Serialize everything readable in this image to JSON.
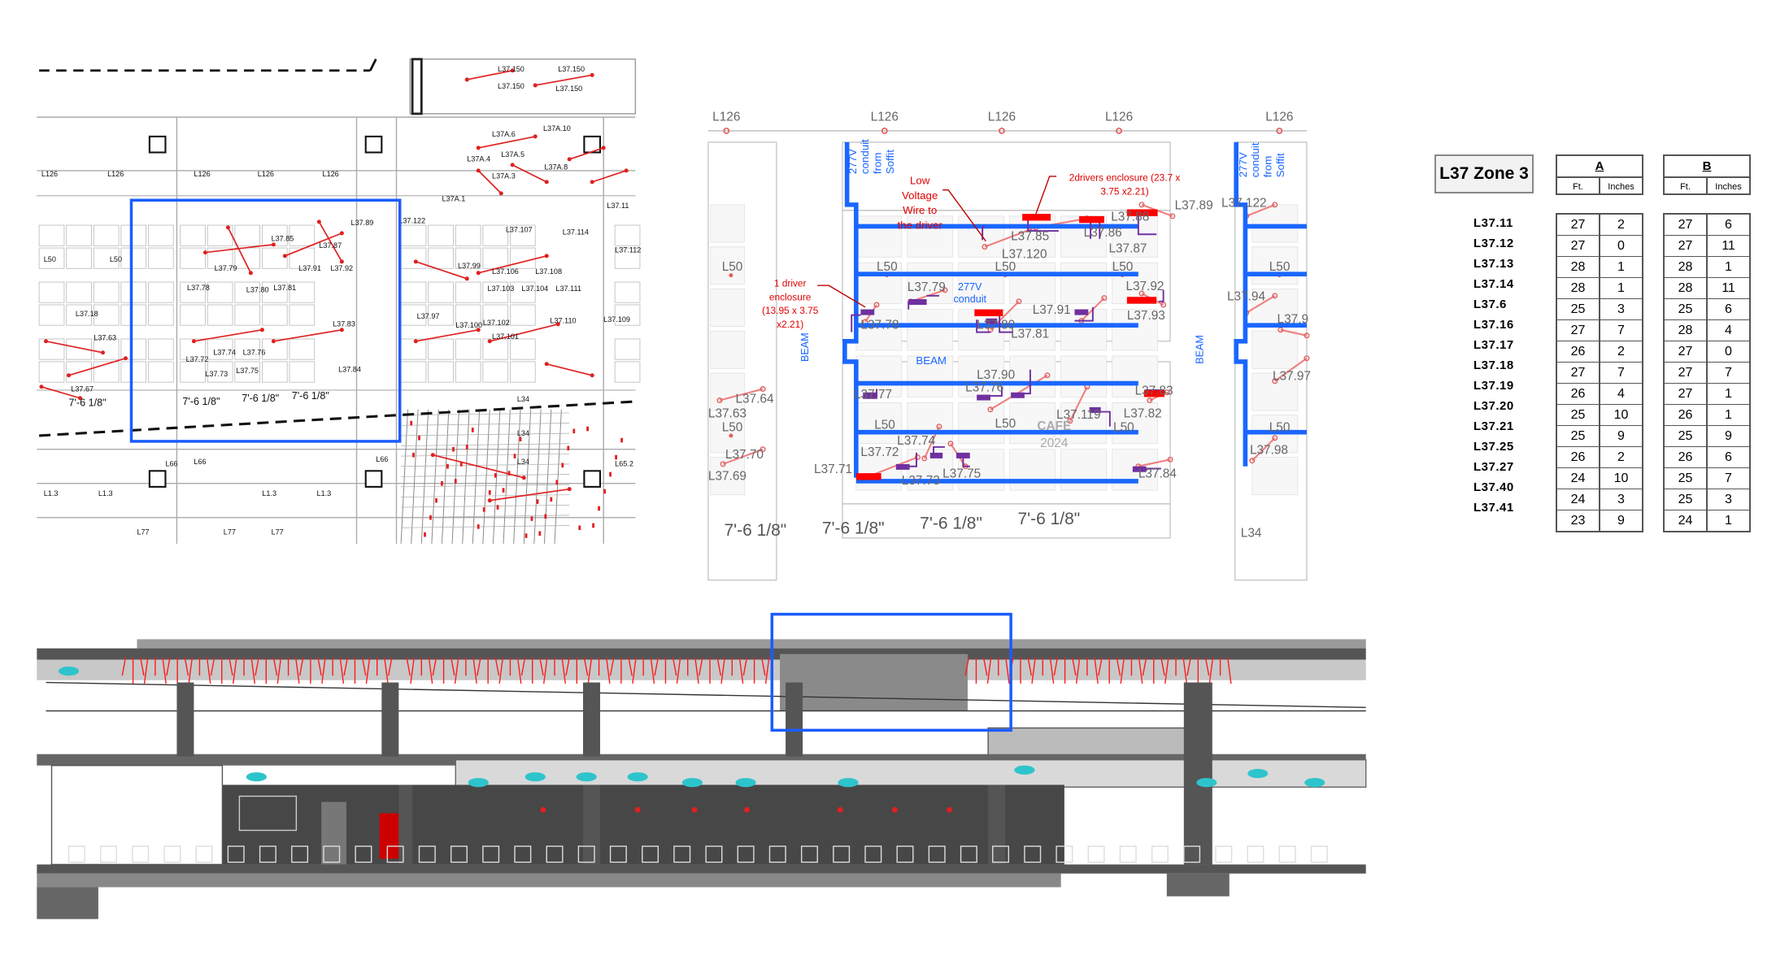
{
  "colors": {
    "conduit": "#1a66ff",
    "driver": "#ff0000",
    "wire": "#7030a0",
    "fixture": "#e84c4c",
    "cyan": "#2ec4cc",
    "highlight": "#1a5cff"
  },
  "plan_overview": {
    "labels": [
      "L50",
      "L50",
      "L126",
      "L126",
      "L126",
      "L126",
      "L126",
      "L37.150",
      "L37.150",
      "L37.150",
      "L37.150",
      "L37A.10",
      "L37A.6",
      "L37A.4",
      "L37A.5",
      "L37A.8",
      "L37A.3",
      "L37A.1",
      "L37.11",
      "L37.89",
      "L37.85",
      "L37.87",
      "L37.79",
      "L37.78",
      "L37.80",
      "L37.81",
      "L37.91",
      "L37.92",
      "L37.18",
      "L37.63",
      "L37.74",
      "L37.76",
      "L37.72",
      "L37.73",
      "L37.75",
      "L37.83",
      "L37.84",
      "L37.107",
      "L37.106",
      "L37.108",
      "L37.103",
      "L37.104",
      "L37.111",
      "L37.114",
      "L37.112",
      "L37.97",
      "L37.99",
      "L37.102",
      "L37.101",
      "L37.100",
      "L37.110",
      "L37.109",
      "L37.122",
      "L37.67",
      "L66",
      "L66",
      "L66",
      "L1.3",
      "L1.3",
      "L1.3",
      "L1.3",
      "L77",
      "L77",
      "L77",
      "L34",
      "L34",
      "L34",
      "L65.2",
      "7'-6 1/8\"",
      "7'-6 1/8\"",
      "7'-6 1/8\"",
      "7'-6 1/8\""
    ]
  },
  "detail_plan": {
    "grid_labels": [
      "L126",
      "L126",
      "L126",
      "L126",
      "L126"
    ],
    "conduit_notes": [
      "277V",
      "conduit",
      "from",
      "Soffit"
    ],
    "conduit_mid": [
      "277V",
      "conduit"
    ],
    "beam_label": "BEAM",
    "low_voltage_note": [
      "Low",
      "Voltage",
      "Wire to",
      "the driver"
    ],
    "two_driver_note": [
      "2drivers enclosure (23.7 x",
      "3.75 x2.21)"
    ],
    "one_driver_note": [
      "1 driver",
      "enclosure",
      "(13.95 x 3.75",
      "x2.21)"
    ],
    "fixture_labels": [
      "L37.89",
      "L37.88",
      "L37.85",
      "L37.86",
      "L37.87",
      "L37.120",
      "L50",
      "L50",
      "L50",
      "L50",
      "L37.79",
      "L37.92",
      "L37.78",
      "L37.80",
      "L37.91",
      "L37.81",
      "L37.93",
      "L37.90",
      "L37.76",
      "L37.77",
      "L37.83",
      "L37.82",
      "L37.119",
      "L50",
      "L50",
      "L50",
      "L50",
      "L37.74",
      "L37.72",
      "L37.71",
      "L37.73",
      "L37.75",
      "L37.84",
      "L37.64",
      "L37.63",
      "L37.70",
      "L37.69",
      "L37.122",
      "L37.94",
      "L37.9",
      "L37.97",
      "L50",
      "L50",
      "L37.98",
      "L34"
    ],
    "cafe_label": [
      "CAFE",
      "2024"
    ],
    "dimensions": [
      "7'-6 1/8\"",
      "7'-6 1/8\"",
      "7'-6 1/8\"",
      "7'-6 1/8\""
    ]
  },
  "table": {
    "title": "L37 Zone 3",
    "groups": [
      {
        "name": "A",
        "sub": [
          "Ft.",
          "Inches"
        ]
      },
      {
        "name": "B",
        "sub": [
          "Ft.",
          "Inches"
        ]
      }
    ],
    "rows": [
      {
        "id": "L37.11",
        "a_ft": "27",
        "a_in": "2",
        "b_ft": "27",
        "b_in": "6"
      },
      {
        "id": "L37.12",
        "a_ft": "27",
        "a_in": "0",
        "b_ft": "27",
        "b_in": "11"
      },
      {
        "id": "L37.13",
        "a_ft": "28",
        "a_in": "1",
        "b_ft": "28",
        "b_in": "1"
      },
      {
        "id": "L37.14",
        "a_ft": "28",
        "a_in": "1",
        "b_ft": "28",
        "b_in": "11"
      },
      {
        "id": "L37.6",
        "a_ft": "25",
        "a_in": "3",
        "b_ft": "25",
        "b_in": "6"
      },
      {
        "id": "L37.16",
        "a_ft": "27",
        "a_in": "7",
        "b_ft": "28",
        "b_in": "4"
      },
      {
        "id": "L37.17",
        "a_ft": "26",
        "a_in": "2",
        "b_ft": "27",
        "b_in": "0"
      },
      {
        "id": "L37.18",
        "a_ft": "27",
        "a_in": "7",
        "b_ft": "27",
        "b_in": "7"
      },
      {
        "id": "L37.19",
        "a_ft": "26",
        "a_in": "4",
        "b_ft": "27",
        "b_in": "1"
      },
      {
        "id": "L37.20",
        "a_ft": "25",
        "a_in": "10",
        "b_ft": "26",
        "b_in": "1"
      },
      {
        "id": "L37.21",
        "a_ft": "25",
        "a_in": "9",
        "b_ft": "25",
        "b_in": "9"
      },
      {
        "id": "L37.25",
        "a_ft": "26",
        "a_in": "2",
        "b_ft": "26",
        "b_in": "6"
      },
      {
        "id": "L37.27",
        "a_ft": "24",
        "a_in": "10",
        "b_ft": "25",
        "b_in": "7"
      },
      {
        "id": "L37.40",
        "a_ft": "24",
        "a_in": "3",
        "b_ft": "25",
        "b_in": "3"
      },
      {
        "id": "L37.41",
        "a_ft": "23",
        "a_in": "9",
        "b_ft": "24",
        "b_in": "1"
      }
    ]
  }
}
